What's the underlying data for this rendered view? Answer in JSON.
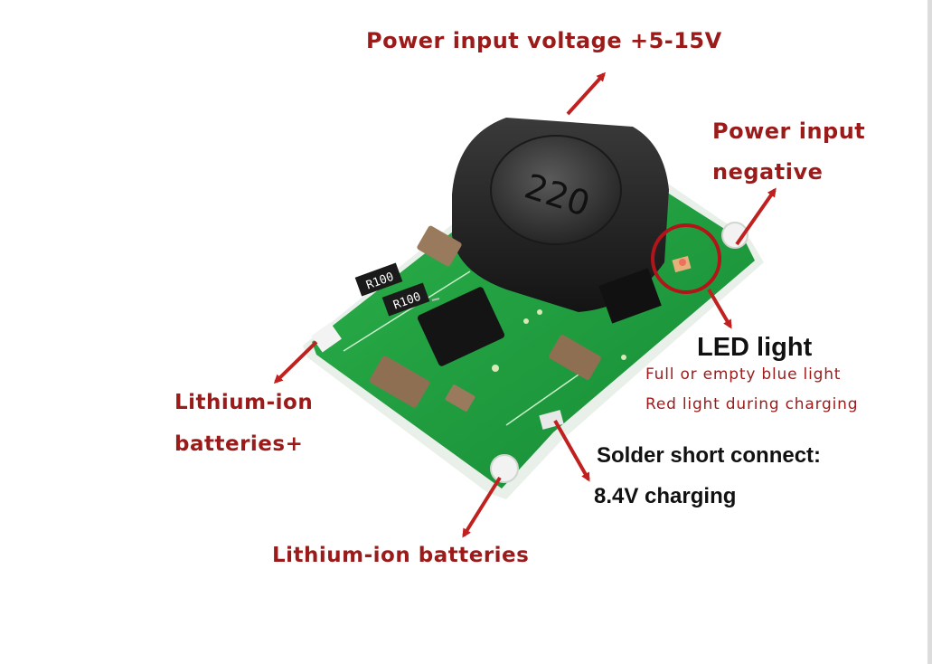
{
  "labels": {
    "power_input_voltage": "Power input voltage +5-15V",
    "power_input_negative_line1": "Power input",
    "power_input_negative_line2": "negative",
    "led_title": "LED light",
    "led_desc_line1": "Full or empty blue light",
    "led_desc_line2": "Red light during charging",
    "battery_plus_line1": "Lithium-ion",
    "battery_plus_line2": "batteries+",
    "solder_line1": "Solder short connect:",
    "solder_line2": "8.4V charging",
    "battery_negative": "Lithium-ion batteries"
  },
  "board": {
    "inductor_marking": "220",
    "resistor_1_marking": "R100",
    "resistor_2_marking": "R100"
  },
  "colors": {
    "label_red": "#9b1b1b",
    "pcb_green": "#1f9a3c",
    "arrow_red": "#c0211f",
    "led_ring": "#b3141a"
  }
}
